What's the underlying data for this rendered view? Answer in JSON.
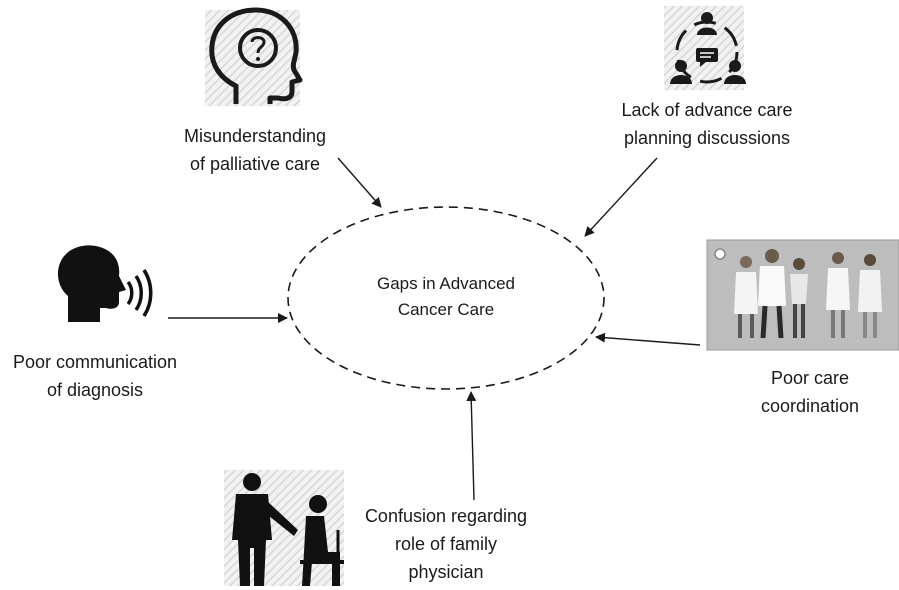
{
  "center": {
    "lines": [
      "Gaps in Advanced",
      "Cancer Care"
    ]
  },
  "nodes": {
    "palliative": {
      "lines": [
        "Misunderstanding",
        "of palliative care"
      ],
      "icon": "head-question-icon"
    },
    "advance_care": {
      "lines": [
        "Lack of advance care",
        "planning discussions"
      ],
      "icon": "group-discussion-icon"
    },
    "communication": {
      "lines": [
        "Poor communication",
        "of diagnosis"
      ],
      "icon": "speaking-head-icon"
    },
    "coordination": {
      "lines": [
        "Poor care",
        "coordination"
      ],
      "icon": "medical-team-photo"
    },
    "family_physician": {
      "lines": [
        "Confusion regarding",
        "role of family",
        "physician"
      ],
      "icon": "doctor-patient-icon"
    }
  },
  "colors": {
    "ink": "#1a1a1a",
    "photo_bg": "#bdbdbd"
  }
}
